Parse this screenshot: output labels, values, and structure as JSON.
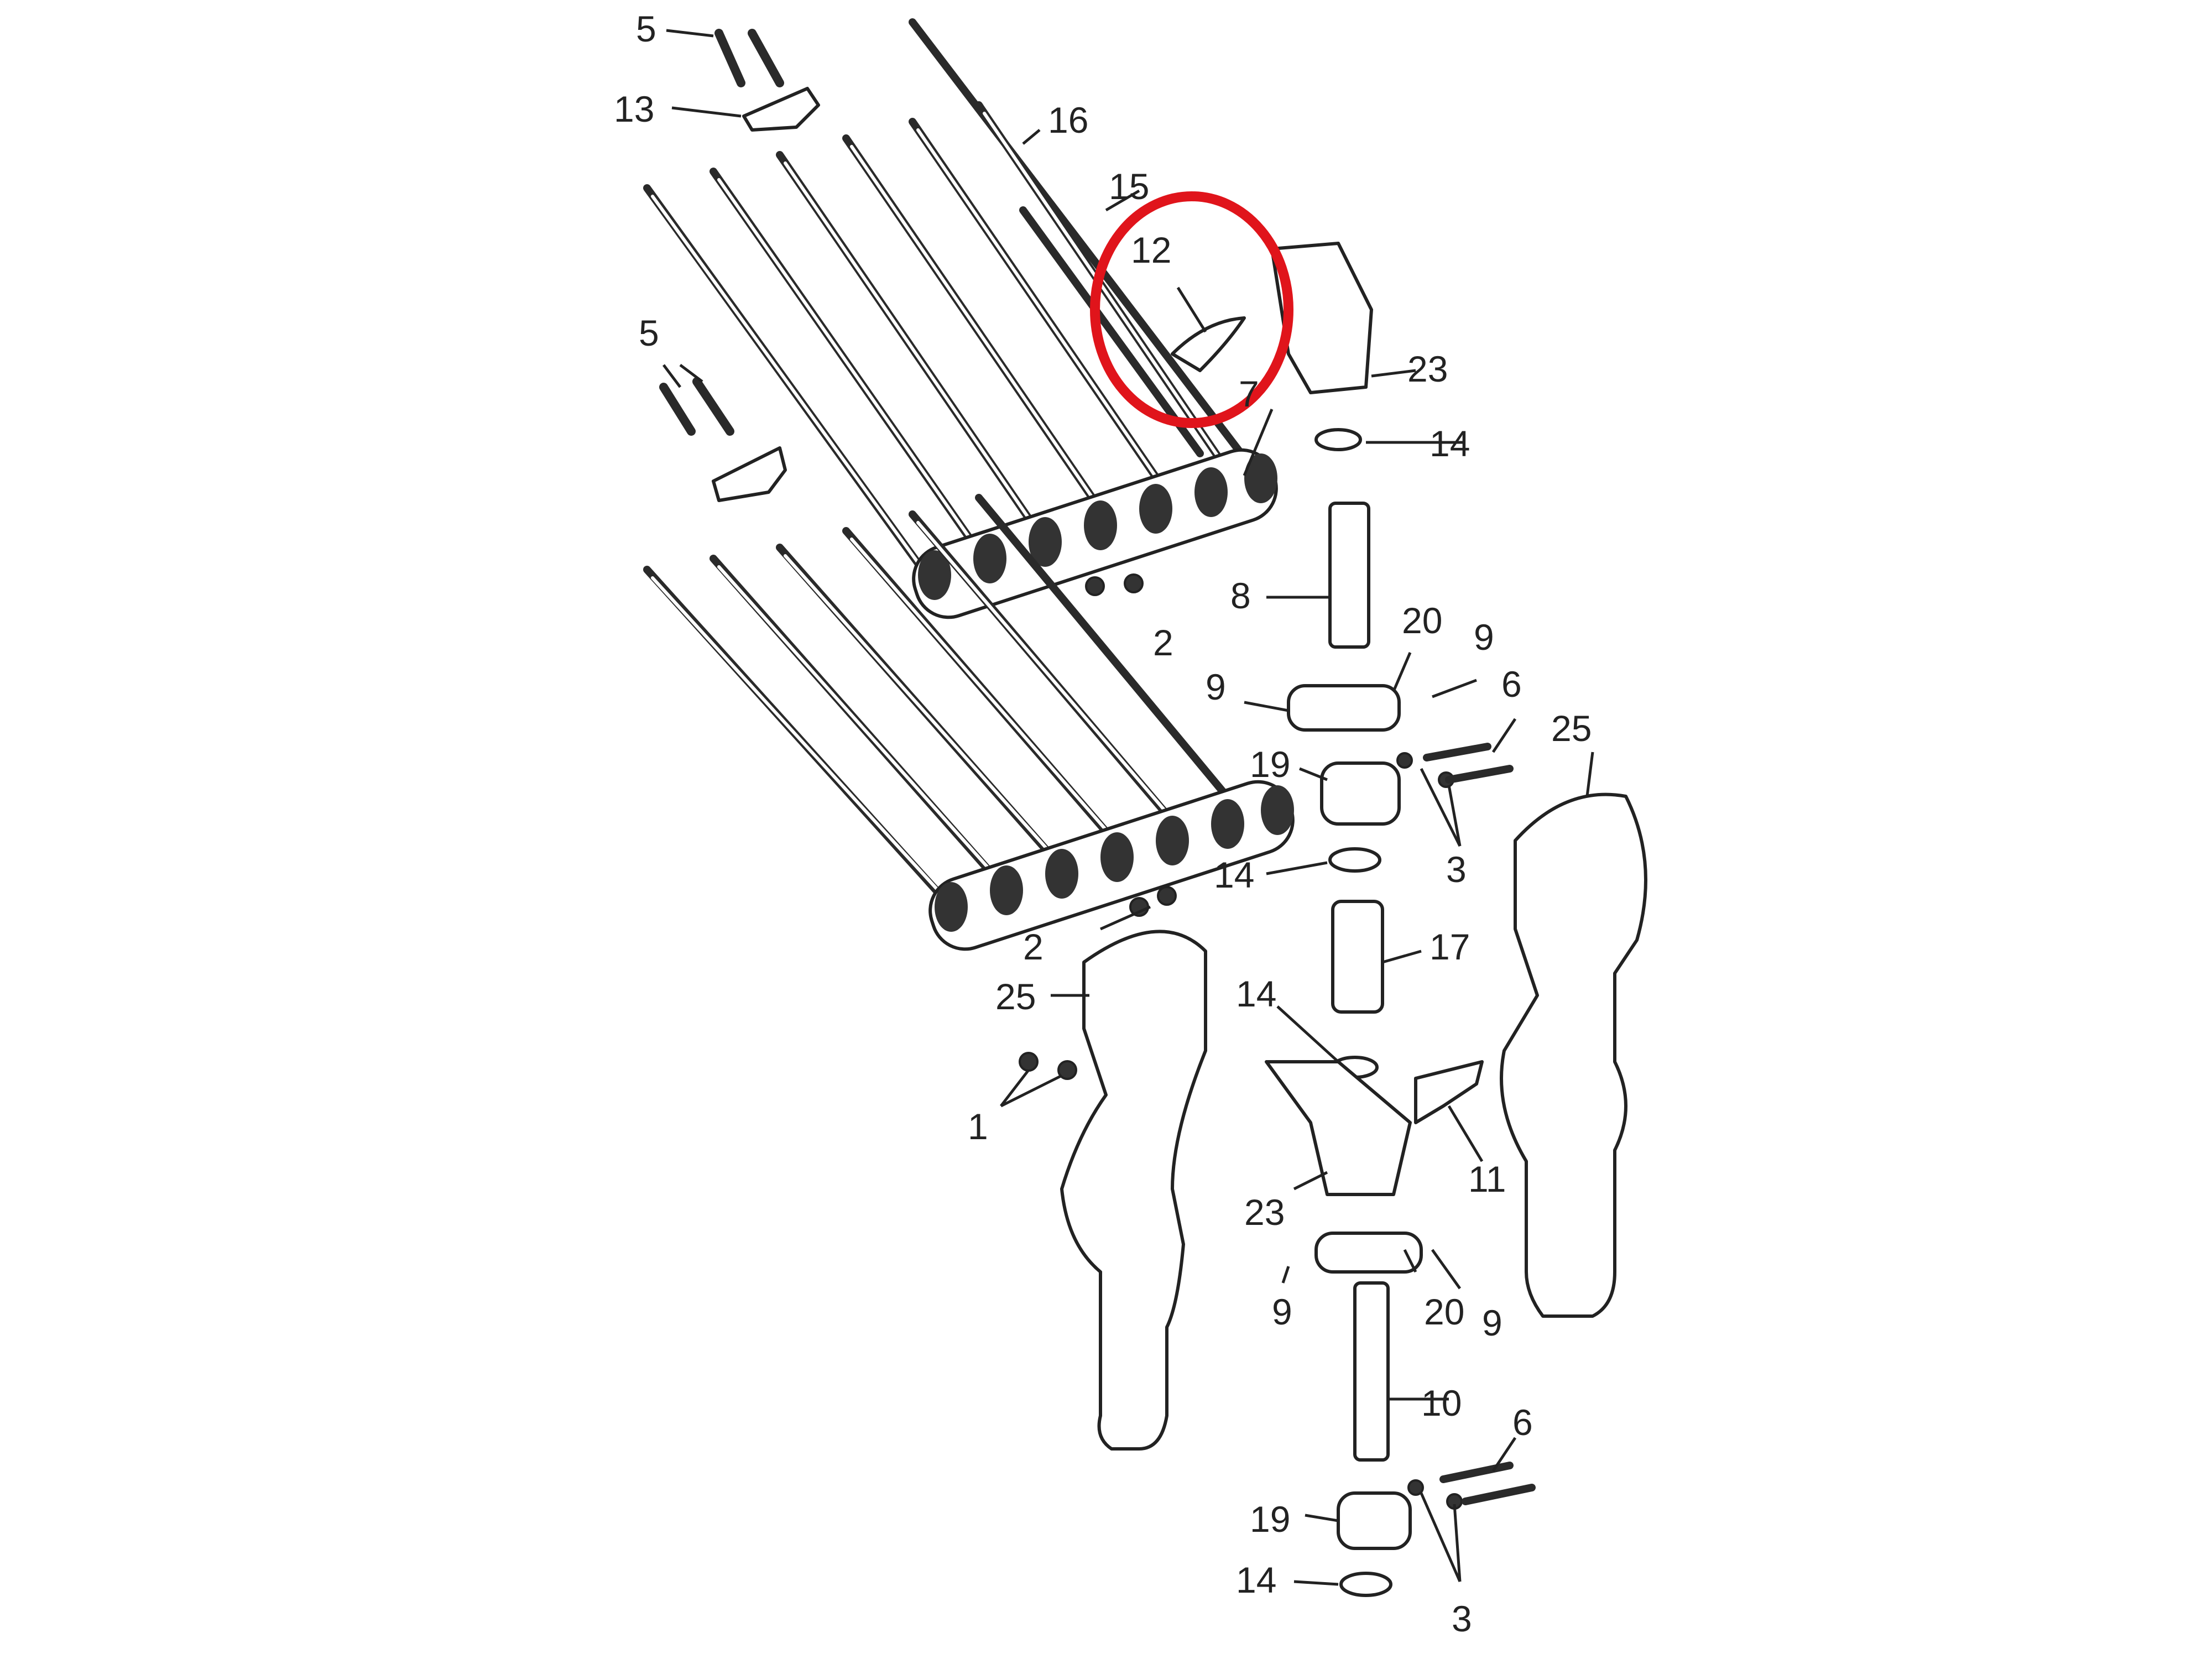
{
  "labels": {
    "p1": "1",
    "p2a": "2",
    "p2b": "2",
    "p3a": "3",
    "p3b": "3",
    "p5a": "5",
    "p5b": "5",
    "p6a": "6",
    "p6b": "6",
    "p7": "7",
    "p8": "8",
    "p9a": "9",
    "p9b": "9",
    "p9c": "9",
    "p9d": "9",
    "p10": "10",
    "p11": "11",
    "p12": "12",
    "p13": "13",
    "p14a": "14",
    "p14b": "14",
    "p14c": "14",
    "p14d": "14",
    "p15": "15",
    "p16": "16",
    "p17": "17",
    "p19a": "19",
    "p19b": "19",
    "p20a": "20",
    "p20b": "20",
    "p23a": "23",
    "p23b": "23",
    "p25a": "25",
    "p25b": "25"
  },
  "highlight": {
    "color": "#e0141b",
    "target_label": "12"
  }
}
